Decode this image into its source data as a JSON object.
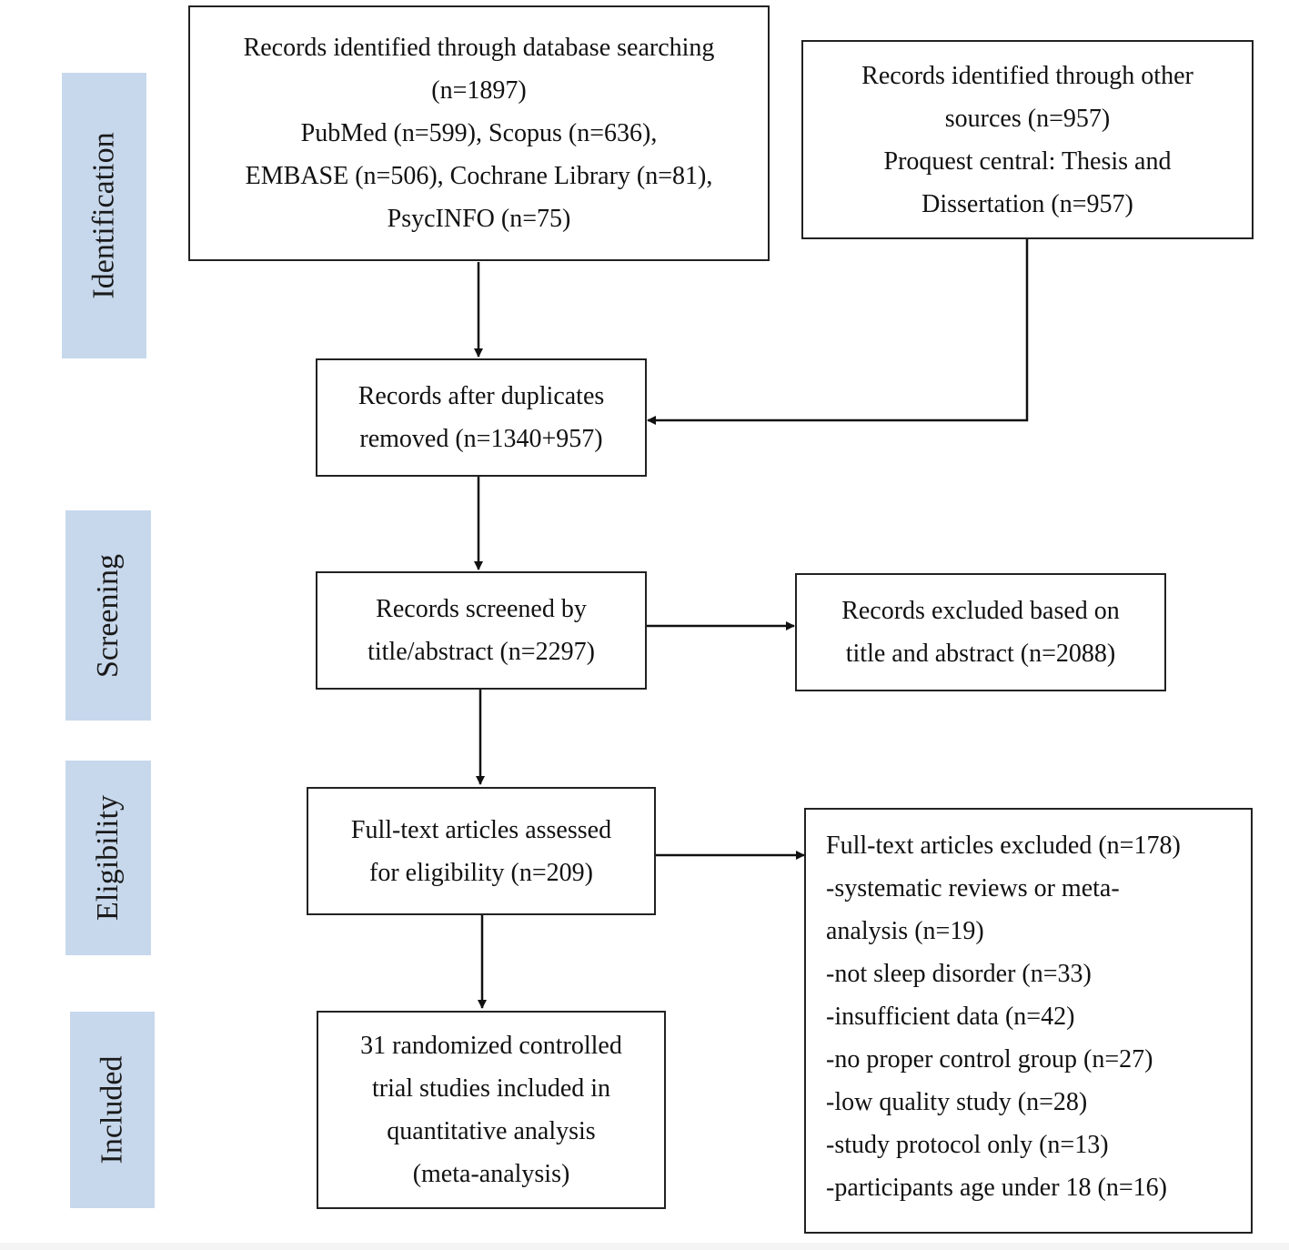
{
  "stages": {
    "identification": "Identification",
    "screening": "Screening",
    "eligibility": "Eligibility",
    "included": "Included"
  },
  "boxes": {
    "database_search": {
      "lines": [
        "Records identified through database searching",
        "(n=1897)",
        "PubMed (n=599), Scopus (n=636),",
        "EMBASE (n=506), Cochrane Library (n=81),",
        "PsycINFO (n=75)"
      ]
    },
    "other_sources": {
      "lines": [
        "Records identified through other",
        "sources (n=957)",
        "Proquest central: Thesis and",
        "Dissertation (n=957)"
      ]
    },
    "duplicates_removed": {
      "lines": [
        "Records after duplicates",
        "removed (n=1340+957)"
      ]
    },
    "screened": {
      "lines": [
        "Records screened by",
        "title/abstract (n=2297)"
      ]
    },
    "excluded_title_abstract": {
      "lines": [
        "Records excluded based on",
        "title and abstract (n=2088)"
      ]
    },
    "full_text_assessed": {
      "lines": [
        "Full-text articles assessed",
        "for eligibility (n=209)"
      ]
    },
    "full_text_excluded": {
      "lines": [
        "Full-text articles excluded (n=178)",
        "-systematic reviews or meta-",
        "analysis (n=19)",
        "-not sleep disorder (n=33)",
        "-insufficient data (n=42)",
        "-no proper control group (n=27)",
        "-low quality study (n=28)",
        "-study protocol only (n=13)",
        "-participants age under 18 (n=16)"
      ]
    },
    "included_studies": {
      "lines": [
        "31 randomized controlled",
        "trial studies included in",
        "quantitative analysis",
        "(meta-analysis)"
      ]
    }
  },
  "colors": {
    "stage_fill": "#c7d8ec",
    "border": "#222222",
    "arrow": "#111111"
  }
}
